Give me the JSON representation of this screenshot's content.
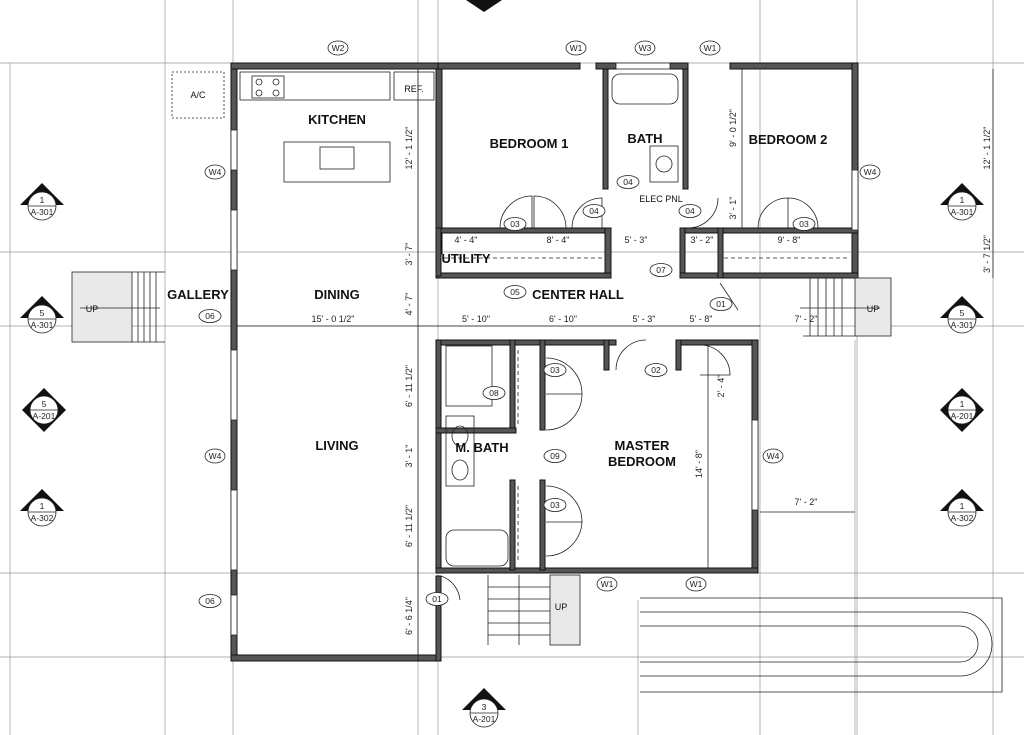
{
  "rooms": {
    "kitchen": "KITCHEN",
    "bedroom1": "BEDROOM 1",
    "bath": "BATH",
    "bedroom2": "BEDROOM 2",
    "gallery": "GALLERY",
    "dining": "DINING",
    "utility": "UTILITY",
    "center_hall": "CENTER HALL",
    "living": "LIVING",
    "m_bath": "M. BATH",
    "master_bedroom_1": "MASTER",
    "master_bedroom_2": "BEDROOM"
  },
  "labels": {
    "ac": "A/C",
    "ref": "REF.",
    "elec_pnl": "ELEC PNL",
    "up": "UP"
  },
  "window_tags": {
    "w2": "W2",
    "w1": "W1",
    "w3": "W3",
    "w4": "W4"
  },
  "door_tags": {
    "d01": "01",
    "d02": "02",
    "d03": "03",
    "d04": "04",
    "d05": "05",
    "d06": "06",
    "d07": "07",
    "d08": "08",
    "d09": "09"
  },
  "dimensions": {
    "kitchen_depth": "12' - 1 1/2\"",
    "ac_chase": "3' - 7\"",
    "hall_depth": "4' - 7\"",
    "dining_width": "15' - 0 1/2\"",
    "bath_depth": "9' - 0 1/2\"",
    "bed2_closet_depth": "3' - 1\"",
    "right_kitchen_depth": "12' - 1 1/2\"",
    "right_closet": "3' - 7 1/2\"",
    "utility_w": "4' - 4\"",
    "closet1_w": "8' - 4\"",
    "hall_w": "5' - 3\"",
    "elec_w": "3' - 2\"",
    "closet2_w": "9' - 8\"",
    "seg1": "5' - 10\"",
    "seg2": "6' - 10\"",
    "seg3": "5' - 3\"",
    "seg4": "5' - 8\"",
    "porch_w": "7' - 2\"",
    "mb_a": "6' - 11 1/2\"",
    "mb_b": "3' - 1\"",
    "mb_c": "6' - 11 1/2\"",
    "stair_depth": "6' - 6 1/4\"",
    "mb_depth": "14' - 8\"",
    "mb_door": "2' - 4\"",
    "porch2_w": "7' - 2\""
  },
  "section_markers": [
    {
      "num": "1",
      "sheet": "A-301"
    },
    {
      "num": "5",
      "sheet": "A-301"
    },
    {
      "num": "5",
      "sheet": "A-201"
    },
    {
      "num": "1",
      "sheet": "A-302"
    },
    {
      "num": "1",
      "sheet": "A-301"
    },
    {
      "num": "5",
      "sheet": "A-301"
    },
    {
      "num": "1",
      "sheet": "A-201"
    },
    {
      "num": "1",
      "sheet": "A-302"
    },
    {
      "num": "3",
      "sheet": "A-201"
    }
  ],
  "colors": {
    "wall": "#555555",
    "line": "#222222",
    "grid": "#999999",
    "background": "#ffffff"
  }
}
